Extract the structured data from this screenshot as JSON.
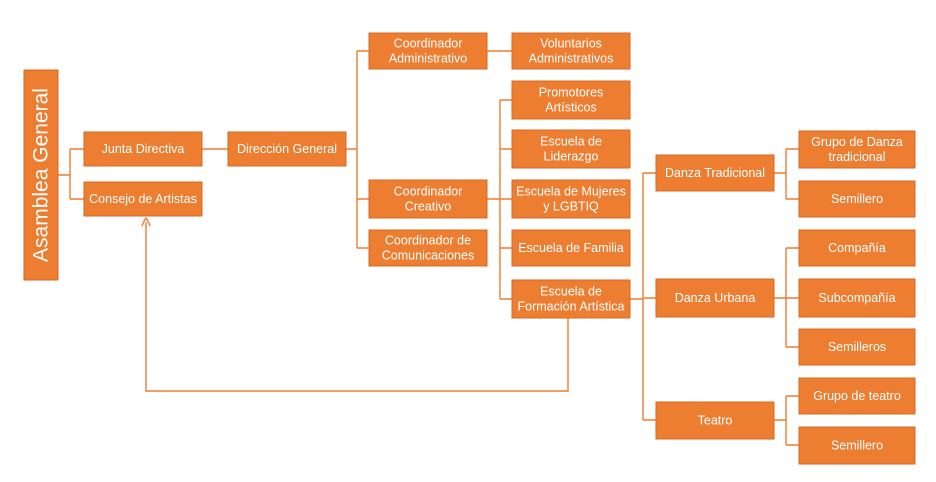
{
  "colors": {
    "box": "#ED7D31",
    "box_border": "#D46A22",
    "line": "#ED7D31",
    "text": "#FFFFFF"
  },
  "nodes": {
    "asamblea": [
      "Asamblea General"
    ],
    "junta": [
      "Junta Directiva"
    ],
    "consejo": [
      "Consejo de Artistas"
    ],
    "direccion": [
      "Dirección General"
    ],
    "coord_admin": [
      "Coordinador",
      "Administrativo"
    ],
    "voluntarios": [
      "Voluntarios",
      "Administrativos"
    ],
    "coord_creativo": [
      "Coordinador",
      "Creativo"
    ],
    "coord_comunic": [
      "Coordinador de",
      "Comunicaciones"
    ],
    "promotores": [
      "Promotores",
      "Artísticos"
    ],
    "esc_liderazgo": [
      "Escuela de",
      "Liderazgo"
    ],
    "esc_mujeres": [
      "Escuela de Mujeres",
      "y LGBTIQ"
    ],
    "esc_familia": [
      "Escuela de Familia"
    ],
    "esc_formacion": [
      "Escuela de",
      "Formación Artística"
    ],
    "danza_trad": [
      "Danza Tradicional"
    ],
    "danza_urbana": [
      "Danza Urbana"
    ],
    "teatro": [
      "Teatro"
    ],
    "grupo_danza": [
      "Grupo de Danza",
      "tradicional"
    ],
    "semillero_1": [
      "Semillero"
    ],
    "compania": [
      "Compañía"
    ],
    "subcompania": [
      "Subcompañía"
    ],
    "semilleros": [
      "Semilleros"
    ],
    "grupo_teatro": [
      "Grupo de teatro"
    ],
    "semillero_2": [
      "Semillero"
    ]
  }
}
